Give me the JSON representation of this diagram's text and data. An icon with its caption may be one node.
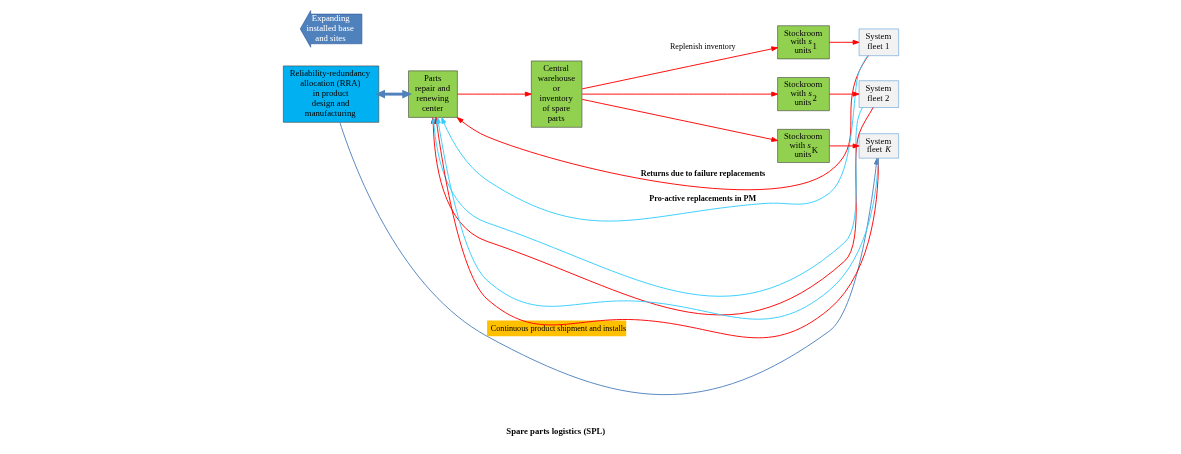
{
  "diagram": {
    "nodes": [
      {
        "text": [
          "Reliability-redundancy allocation (RRA) in product design and manufacturing"
        ]
      },
      {
        "text": [
          "Parts repair and renewing center"
        ]
      },
      {
        "text": [
          "Central warehouse or inventory of spare parts"
        ]
      },
      {
        "text": [
          "Stockroom with *s*$_{1}$ units"
        ]
      },
      {
        "text": [
          "System fleet 1"
        ]
      },
      {
        "text": [
          "Stockroom with *s*$_{2}$ units"
        ]
      },
      {
        "text": [
          "System fleet 2"
        ]
      },
      {
        "text": [
          "Stockroom with *s*$_{K}$ units"
        ]
      },
      {
        "text": [
          "System fleet *K*"
        ]
      },
      {
        "text": [
          "Expanding installed base and sites"
        ]
      }
    ],
    "edges": [
      {
        "from": 0,
        "to": 1,
        "arrow": "both",
        "style": "thick",
        "color": "#4f81bd"
      },
      {
        "from": 1,
        "to": 2,
        "arrow": "to"
      },
      {
        "from": 2,
        "to": 3,
        "arrow": "to",
        "label": "Replenish inventory"
      },
      {
        "from": 2,
        "to": 5,
        "arrow": "to"
      },
      {
        "from": 2,
        "to": 7,
        "arrow": "to"
      },
      {
        "from": 3,
        "to": 4,
        "arrow": "to"
      },
      {
        "from": 5,
        "to": 6,
        "arrow": "to"
      },
      {
        "from": 7,
        "to": 8,
        "arrow": "to"
      },
      {
        "from": 4,
        "to": 1,
        "arrow": "to",
        "label": "**Returns due to failure replacements**"
      },
      {
        "from": 6,
        "to": 1,
        "arrow": "to"
      },
      {
        "from": 8,
        "to": 1,
        "arrow": "to"
      },
      {
        "from": 4,
        "to": 1,
        "arrow": "to",
        "color": "#33ccff",
        "label": "**Pro-active replacements in PM**"
      },
      {
        "from": 6,
        "to": 1,
        "arrow": "to",
        "color": "#33ccff"
      },
      {
        "from": 8,
        "to": 1,
        "arrow": "to",
        "color": "#33ccff"
      },
      {
        "from": 0,
        "to": 8,
        "arrow": "to",
        "color": "#4f81bd",
        "label": "Continuous product shipment and installs"
      }
    ],
    "labels": [
      "**Spare parts logistics (SPL)**"
    ]
  }
}
